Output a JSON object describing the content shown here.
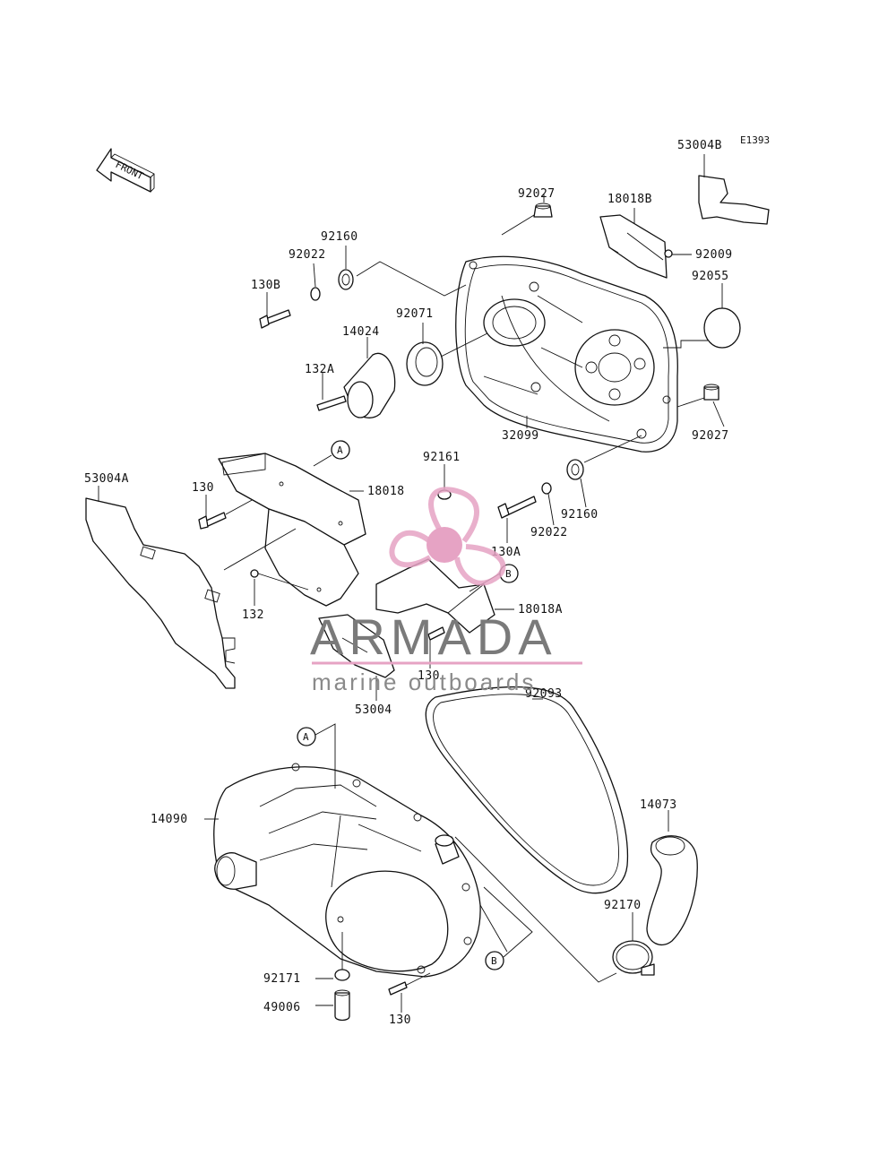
{
  "diagram_code": "E1393",
  "front_label": "FRONT",
  "parts": {
    "p53004B": "53004B",
    "p92027_top": "92027",
    "p18018B": "18018B",
    "p92009": "92009",
    "p92055": "92055",
    "p92160_top": "92160",
    "p92022_top": "92022",
    "p130B": "130B",
    "p92071": "92071",
    "p14024": "14024",
    "p132A": "132A",
    "p32099": "32099",
    "p92027_right": "92027",
    "p53004A": "53004A",
    "p130_left": "130",
    "p18018": "18018",
    "p92161": "92161",
    "p92160_mid": "92160",
    "p92022_mid": "92022",
    "p130A": "130A",
    "p132": "132",
    "p18018A": "18018A",
    "p130_mid": "130",
    "p53004": "53004",
    "p92093": "92093",
    "p14090": "14090",
    "p14073": "14073",
    "p92170": "92170",
    "p92171": "92171",
    "p49006": "49006",
    "p130_bottom": "130"
  },
  "refs": {
    "A_top": "A",
    "B_mid": "B",
    "A_bottom": "A",
    "B_bottom": "B"
  },
  "watermark": {
    "brand": "ARMADA",
    "tagline": "marine outboards",
    "color": "#e6a3c4"
  }
}
